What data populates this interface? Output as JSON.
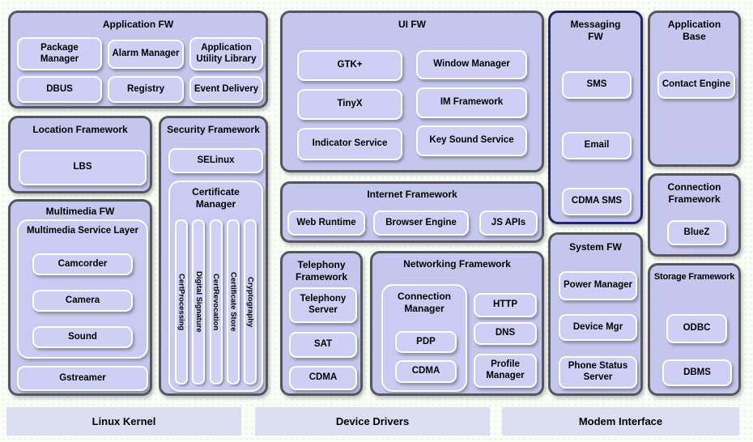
{
  "colors": {
    "panel_fill": "#c5c6ee",
    "panel_border": "#56565c",
    "messaging_border": "#24246a",
    "chip_fill": "#cdcff5",
    "chip_border": "#fdfdff",
    "base_bar_fill": "#dcdef2",
    "text": "#000000"
  },
  "panels": {
    "application_fw": {
      "title": "Application FW",
      "items": [
        "Package Manager",
        "Alarm Manager",
        "Application Utility Library",
        "DBUS",
        "Registry",
        "Event Delivery"
      ]
    },
    "ui_fw": {
      "title": "UI FW",
      "items": [
        "GTK+",
        "Window Manager",
        "TinyX",
        "IM Framework",
        "Indicator Service",
        "Key Sound Service"
      ]
    },
    "messaging_fw": {
      "title": "Messaging FW",
      "items": [
        "SMS",
        "Email",
        "CDMA SMS"
      ]
    },
    "application_base": {
      "title": "Application Base",
      "items": [
        "Contact Engine"
      ]
    },
    "location_framework": {
      "title": "Location Framework",
      "items": [
        "LBS"
      ]
    },
    "security_framework": {
      "title": "Security Framework",
      "selinux": "SELinux",
      "certificate_manager": {
        "title": "Certificate Manager",
        "columns": [
          "CertProcessing",
          "Digital Signature",
          "CertRevocation",
          "Certificate Store",
          "Cryptography"
        ]
      }
    },
    "multimedia_fw": {
      "title": "Multimedia FW",
      "service_layer": {
        "title": "Multimedia Service Layer",
        "items": [
          "Camcorder",
          "Camera",
          "Sound"
        ]
      },
      "gstreamer": "Gstreamer"
    },
    "internet_framework": {
      "title": "Internet Framework",
      "items": [
        "Web Runtime",
        "Browser Engine",
        "JS APIs"
      ]
    },
    "telephony_framework": {
      "title": "Telephony Framework",
      "items": [
        "Telephony Server",
        "SAT",
        "CDMA"
      ]
    },
    "networking_framework": {
      "title": "Networking Framework",
      "connection_manager": {
        "title": "Connection Manager",
        "items": [
          "PDP",
          "CDMA"
        ]
      },
      "items": [
        "HTTP",
        "DNS",
        "Profile Manager"
      ]
    },
    "system_fw": {
      "title": "System FW",
      "items": [
        "Power Manager",
        "Device Mgr",
        "Phone Status Server"
      ]
    },
    "connection_framework": {
      "title": "Connection Framework",
      "items": [
        "BlueZ"
      ]
    },
    "storage_framework": {
      "title": "Storage Framework",
      "items": [
        "ODBC",
        "DBMS"
      ]
    }
  },
  "base_layers": [
    "Linux Kernel",
    "Device Drivers",
    "Modem Interface"
  ]
}
